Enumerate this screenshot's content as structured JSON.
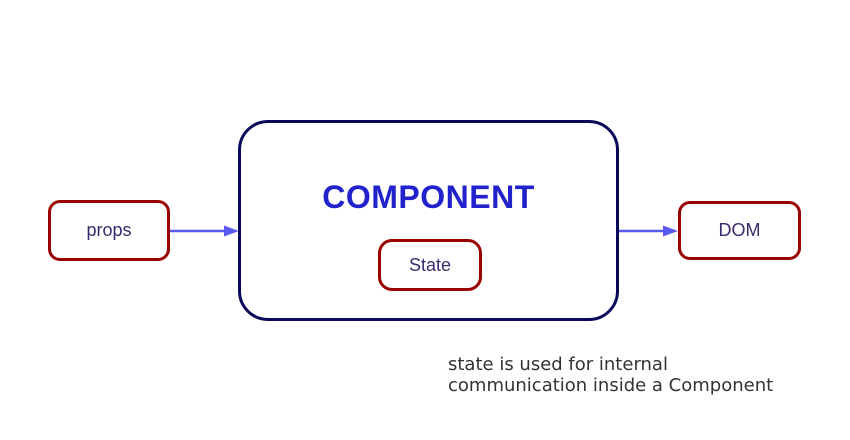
{
  "diagram": {
    "nodes": {
      "props": {
        "label": "props"
      },
      "component": {
        "label": "COMPONENT"
      },
      "state": {
        "label": "State"
      },
      "dom": {
        "label": "DOM"
      }
    },
    "arrows": [
      {
        "name": "props-to-component"
      },
      {
        "name": "component-to-dom"
      }
    ],
    "caption": "state is used for internal\ncommunication inside a Component",
    "colors": {
      "component_border": "#0a0a5a",
      "node_border": "#990000",
      "component_title": "#2222cc",
      "node_label": "#3b2a6e",
      "arrow": "#5a5af0",
      "caption_text": "#333333",
      "background": "#ffffff"
    }
  }
}
